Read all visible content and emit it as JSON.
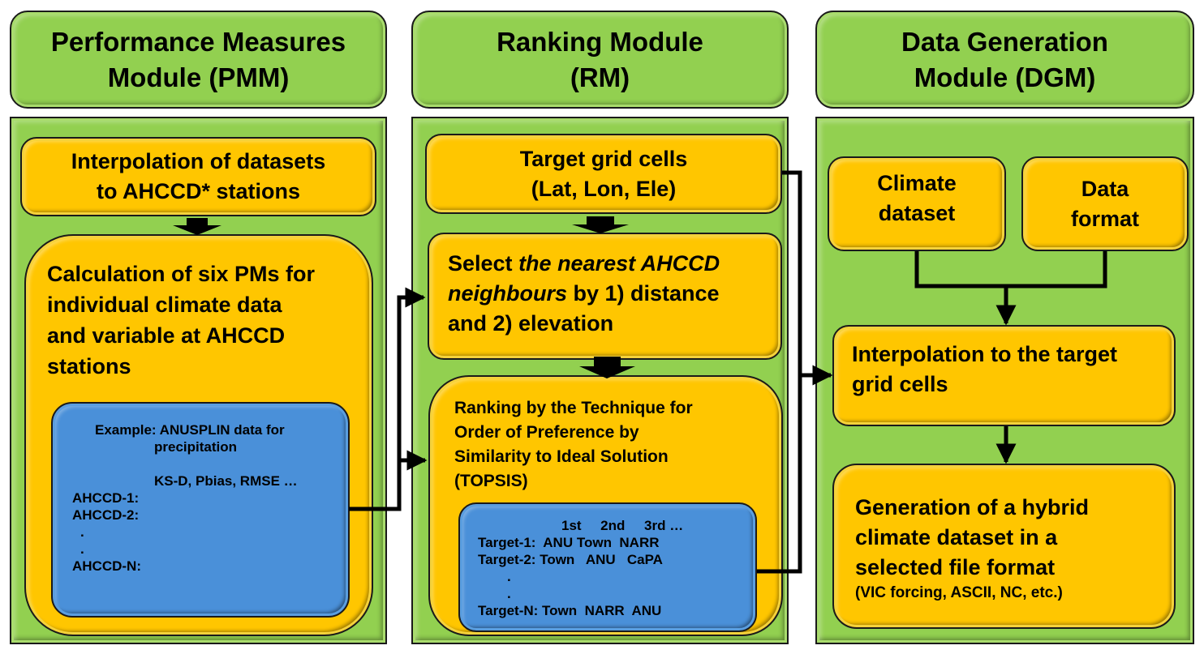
{
  "modules": {
    "pmm": {
      "title_line1": "Performance Measures",
      "title_line2": "Module (PMM)",
      "step1": {
        "line1": "Interpolation of datasets",
        "line2": "to AHCCD* stations"
      },
      "step2": {
        "line1": "Calculation of six PMs for",
        "line2": "individual climate data",
        "line3": "and variable at AHCCD",
        "line4": "stations"
      },
      "example": {
        "line1": "Example: ANUSPLIN data for",
        "line2": "precipitation",
        "header": "KS-D, Pbias, RMSE …",
        "rows": [
          "AHCCD-1:",
          "AHCCD-2:",
          ".",
          ".",
          "AHCCD-N:"
        ]
      }
    },
    "rm": {
      "title_line1": "Ranking Module",
      "title_line2": "(RM)",
      "step1": {
        "line1": "Target grid cells",
        "line2": "(Lat, Lon, Ele)"
      },
      "step2": {
        "prefix": "Select ",
        "italic1": "the nearest AHCCD",
        "italic2": "neighbours",
        "suffix2": " by 1) distance",
        "line3": "and 2) elevation"
      },
      "step3": {
        "line1": "Ranking by the Technique for",
        "line2": "Order of Preference by",
        "line3": "Similarity to Ideal Solution",
        "line4": "(TOPSIS)"
      },
      "example": {
        "header": "1st     2nd     3rd …",
        "rows": [
          "Target-1:  ANU Town  NARR",
          "Target-2: Town   ANU   CaPA",
          ".",
          ".",
          "Target-N: Town  NARR  ANU"
        ]
      }
    },
    "dgm": {
      "title_line1": "Data Generation",
      "title_line2": "Module (DGM)",
      "input1": {
        "line1": "Climate",
        "line2": "dataset"
      },
      "input2": {
        "line1": "Data",
        "line2": "format"
      },
      "step2": {
        "line1": "Interpolation to the target",
        "line2": "grid cells"
      },
      "step3": {
        "line1": "Generation of a hybrid",
        "line2": "climate dataset in a",
        "line3": "selected file format",
        "note": "(VIC forcing, ASCII, NC, etc.)"
      }
    }
  },
  "colors": {
    "module_green": "#92d050",
    "step_yellow": "#ffc600",
    "example_blue": "#4a90d9",
    "arrow_black": "#000000"
  }
}
